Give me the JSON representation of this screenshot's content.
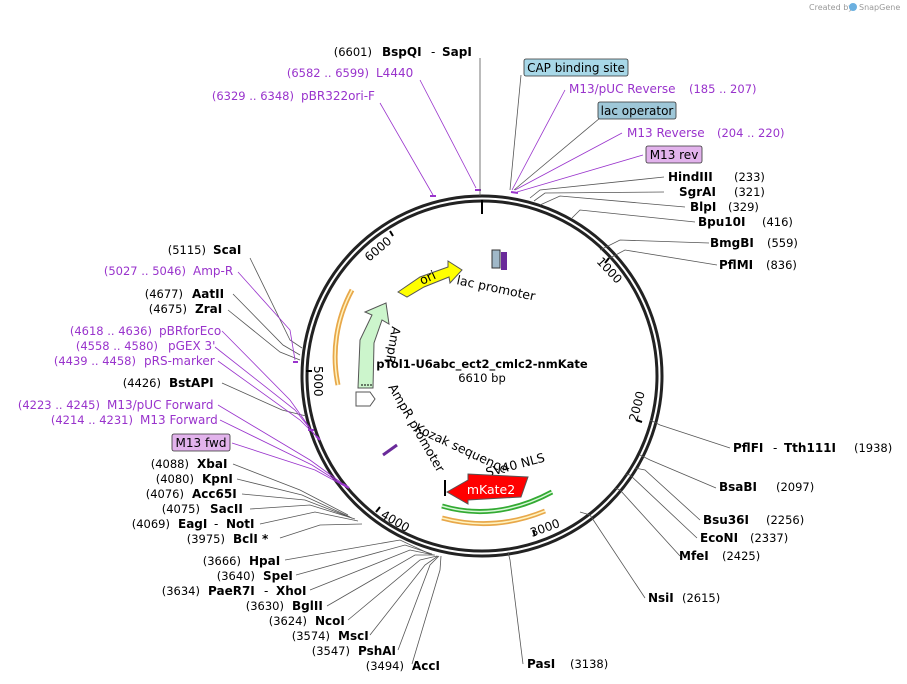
{
  "credit": {
    "text": "Created by",
    "brand": "SnapGene"
  },
  "plasmid": {
    "name": "pTol1-U6abc_ect2_cmlc2-nmKate",
    "length": "6610 bp"
  },
  "ticks": [
    "1000",
    "2000",
    "3000",
    "4000",
    "5000",
    "6000"
  ],
  "right_sites": [
    {
      "name": "HindIII",
      "pos": "(233)"
    },
    {
      "name": "SgrAI",
      "pos": "(321)"
    },
    {
      "name": "BlpI",
      "pos": "(329)"
    },
    {
      "name": "Bpu10I",
      "pos": "(416)"
    },
    {
      "name": "BmgBI",
      "pos": "(559)"
    },
    {
      "name": "PflMI",
      "pos": "(836)"
    },
    {
      "name": "PflFI",
      "sep": "-",
      "name2": "Tth111I",
      "pos": "(1938)"
    },
    {
      "name": "BsaBI",
      "pos": "(2097)"
    },
    {
      "name": "Bsu36I",
      "pos": "(2256)"
    },
    {
      "name": "EcoNI",
      "pos": "(2337)"
    },
    {
      "name": "MfeI",
      "pos": "(2425)"
    },
    {
      "name": "NsiI",
      "pos": "(2615)"
    },
    {
      "name": "PasI",
      "pos": "(3138)"
    }
  ],
  "left_sites": [
    {
      "pos": "(6601)",
      "name": "BspQI",
      "sep": "-",
      "name2": "SapI"
    },
    {
      "pos": "(5115)",
      "name": "ScaI"
    },
    {
      "pos": "(4677)",
      "name": "AatII"
    },
    {
      "pos": "(4675)",
      "name": "ZraI"
    },
    {
      "pos": "(4426)",
      "name": "BstAPI"
    },
    {
      "pos": "(4088)",
      "name": "XbaI"
    },
    {
      "pos": "(4080)",
      "name": "KpnI"
    },
    {
      "pos": "(4076)",
      "name": "Acc65I"
    },
    {
      "pos": "(4075)",
      "name": "SacII"
    },
    {
      "pos": "(4069)",
      "name": "EagI",
      "sep": "-",
      "name2": "NotI"
    },
    {
      "pos": "(3975)",
      "name": "BclI *"
    },
    {
      "pos": "(3666)",
      "name": "HpaI"
    },
    {
      "pos": "(3640)",
      "name": "SpeI"
    },
    {
      "pos": "(3634)",
      "name": "PaeR7I",
      "sep": "-",
      "name2": "XhoI"
    },
    {
      "pos": "(3630)",
      "name": "BglII"
    },
    {
      "pos": "(3624)",
      "name": "NcoI"
    },
    {
      "pos": "(3574)",
      "name": "MscI"
    },
    {
      "pos": "(3547)",
      "name": "PshAI"
    },
    {
      "pos": "(3494)",
      "name": "AccI"
    }
  ],
  "primers": [
    {
      "range": "(6582 .. 6599)",
      "name": "L4440"
    },
    {
      "range": "(6329 .. 6348)",
      "name": "pBR322ori-F"
    },
    {
      "name": "M13/pUC Reverse",
      "range": "(185 .. 207)"
    },
    {
      "name": "M13 Reverse",
      "range": "(204 .. 220)"
    },
    {
      "range": "(5027 .. 5046)",
      "name": "Amp-R"
    },
    {
      "range": "(4618 .. 4636)",
      "name": "pBRforEco"
    },
    {
      "range": "(4558 .. 4580)",
      "name": "pGEX 3'"
    },
    {
      "range": "(4439 .. 4458)",
      "name": "pRS-marker"
    },
    {
      "range": "(4223 .. 4245)",
      "name": "M13/pUC Forward"
    },
    {
      "range": "(4214 .. 4231)",
      "name": "M13 Forward"
    }
  ],
  "boxed": {
    "cap": "CAP binding site",
    "lacop": "lac operator",
    "m13rev": "M13 rev",
    "m13fwd": "M13 fwd"
  },
  "features": {
    "ori": "ori",
    "ampr": "AmpR",
    "ampr_promoter": "AmpR promoter",
    "lac_promoter": "lac promoter",
    "kozak": "Kozak sequence",
    "sv40": "SV40 NLS",
    "mkate2": "mKate2"
  },
  "colors": {
    "cap_box": "#a8d8e8",
    "lacop_box": "#9ec7d8",
    "primer_box": "#e2b3ec",
    "primer_text": "#9933cc",
    "ori": "#ffff00",
    "ampr": "#ccf5cc",
    "mkate2": "#ff0000",
    "sv40": "#33aa33",
    "orange": "#e8a84a"
  }
}
